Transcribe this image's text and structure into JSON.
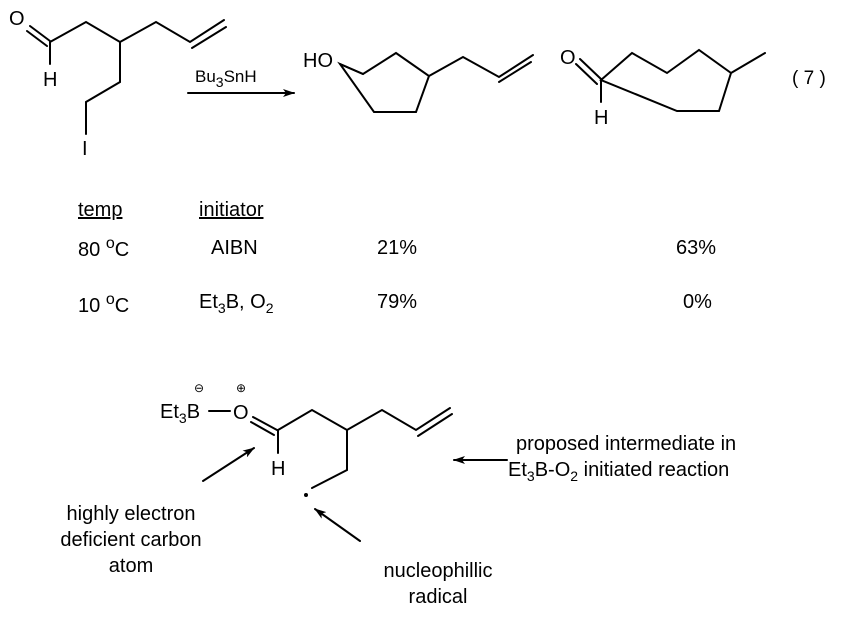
{
  "reaction": {
    "number": "( 7 )",
    "reagent": {
      "a": "Bu",
      "sub": "3",
      "b": "SnH"
    },
    "start": {
      "oxygen": "O",
      "hydrogen": "H",
      "iodine": "I"
    },
    "product1": {
      "hydroxyl": "HO"
    },
    "product2": {
      "oxygen": "O",
      "hydrogen": "H"
    }
  },
  "table": {
    "headers": {
      "temp": "temp",
      "initiator": "initiator"
    },
    "rows": [
      {
        "temp": "80",
        "deg": "o",
        "unit": "C",
        "initiator": "AIBN",
        "yield1": "21%",
        "yield2": "63%"
      },
      {
        "temp": "10",
        "deg": "o",
        "unit": "C",
        "init_a": "Et",
        "init_sub": "3",
        "init_b": "B, O",
        "init_sub2": "2",
        "yield1": "79%",
        "yield2": "0%"
      }
    ]
  },
  "intermediate": {
    "et": "Et",
    "sub": "3",
    "b": "B",
    "dash": "—",
    "oxygen": "O",
    "hydrogen": "H",
    "minus": "⊖",
    "plus": "⊕",
    "label_line1": "proposed intermediate in",
    "label_line2": {
      "a": "Et",
      "sub": "3",
      "b": "B-O",
      "sub2": "2",
      "c": " initiated reaction"
    },
    "carbon_note": [
      "highly electron",
      "deficient carbon",
      "atom"
    ],
    "radical_note": [
      "nucleophillic",
      "radical"
    ]
  }
}
